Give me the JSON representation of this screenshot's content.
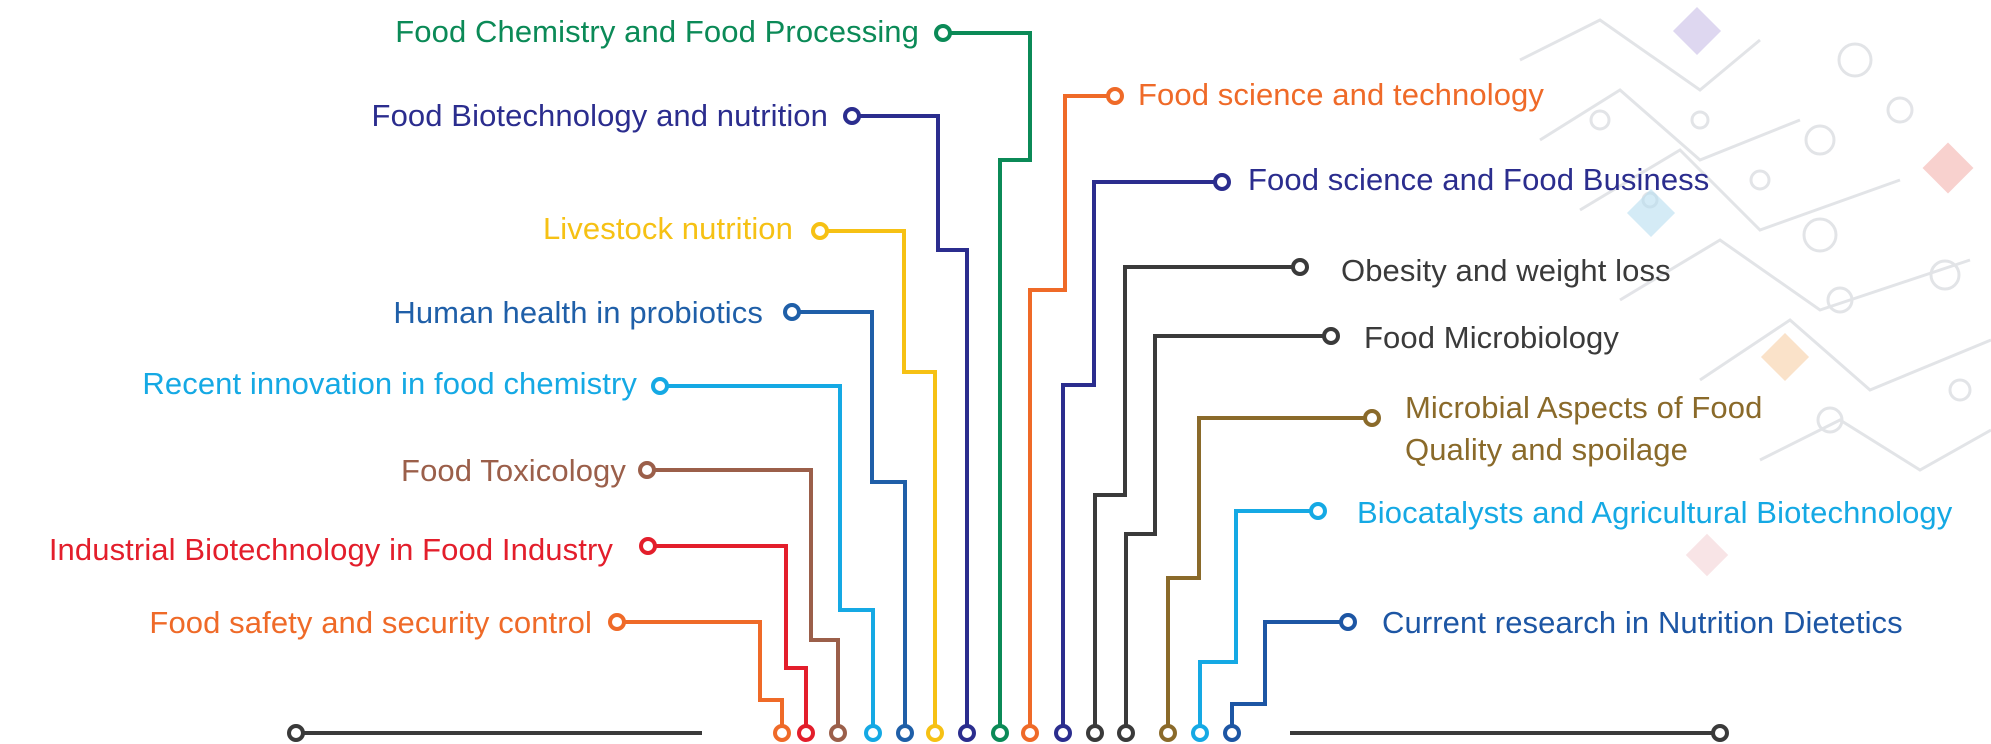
{
  "colors": {
    "green": "#0b8a57",
    "navy": "#2b2d8e",
    "yellow": "#f6c114",
    "blue": "#1f5fa8",
    "cyan": "#15a9e4",
    "brown": "#9b5f4a",
    "red": "#e31e2b",
    "orange": "#ef6a28",
    "dark": "#3a3a3a",
    "olive": "#8a6a2a",
    "deepblue": "#1d56a4"
  },
  "topics": [
    {
      "id": "food-chemistry-processing",
      "label": "Food Chemistry and Food Processing",
      "color": "#0b8a57"
    },
    {
      "id": "food-biotech-nutrition",
      "label": "Food Biotechnology and nutrition",
      "color": "#2b2d8e"
    },
    {
      "id": "livestock-nutrition",
      "label": "Livestock nutrition",
      "color": "#f6c114"
    },
    {
      "id": "human-health-probiotics",
      "label": "Human health in probiotics",
      "color": "#1f5fa8"
    },
    {
      "id": "recent-innovation",
      "label": "Recent innovation in food chemistry",
      "color": "#15a9e4"
    },
    {
      "id": "food-toxicology",
      "label": "Food Toxicology",
      "color": "#9b5f4a"
    },
    {
      "id": "industrial-biotech",
      "label": "Industrial Biotechnology in Food Industry",
      "color": "#e31e2b"
    },
    {
      "id": "food-safety",
      "label": "Food safety and security control",
      "color": "#ef6a28"
    },
    {
      "id": "food-science-tech",
      "label": "Food science and technology",
      "color": "#ef6a28"
    },
    {
      "id": "food-science-business",
      "label": "Food science and Food Business",
      "color": "#2b2d8e"
    },
    {
      "id": "obesity",
      "label": "Obesity and weight loss",
      "color": "#3a3a3a"
    },
    {
      "id": "food-microbiology",
      "label": "Food Microbiology",
      "color": "#3a3a3a"
    },
    {
      "id": "microbial-aspects",
      "label": "Microbial Aspects of Food Quality and spoilage",
      "label_line1": "Microbial Aspects of Food",
      "label_line2": "Quality and spoilage",
      "color": "#8a6a2a"
    },
    {
      "id": "biocatalysts",
      "label": "Biocatalysts and Agricultural Biotechnology",
      "color": "#15a9e4"
    },
    {
      "id": "current-research",
      "label": "Current research in Nutrition  Dietetics",
      "color": "#1d56a4"
    }
  ]
}
